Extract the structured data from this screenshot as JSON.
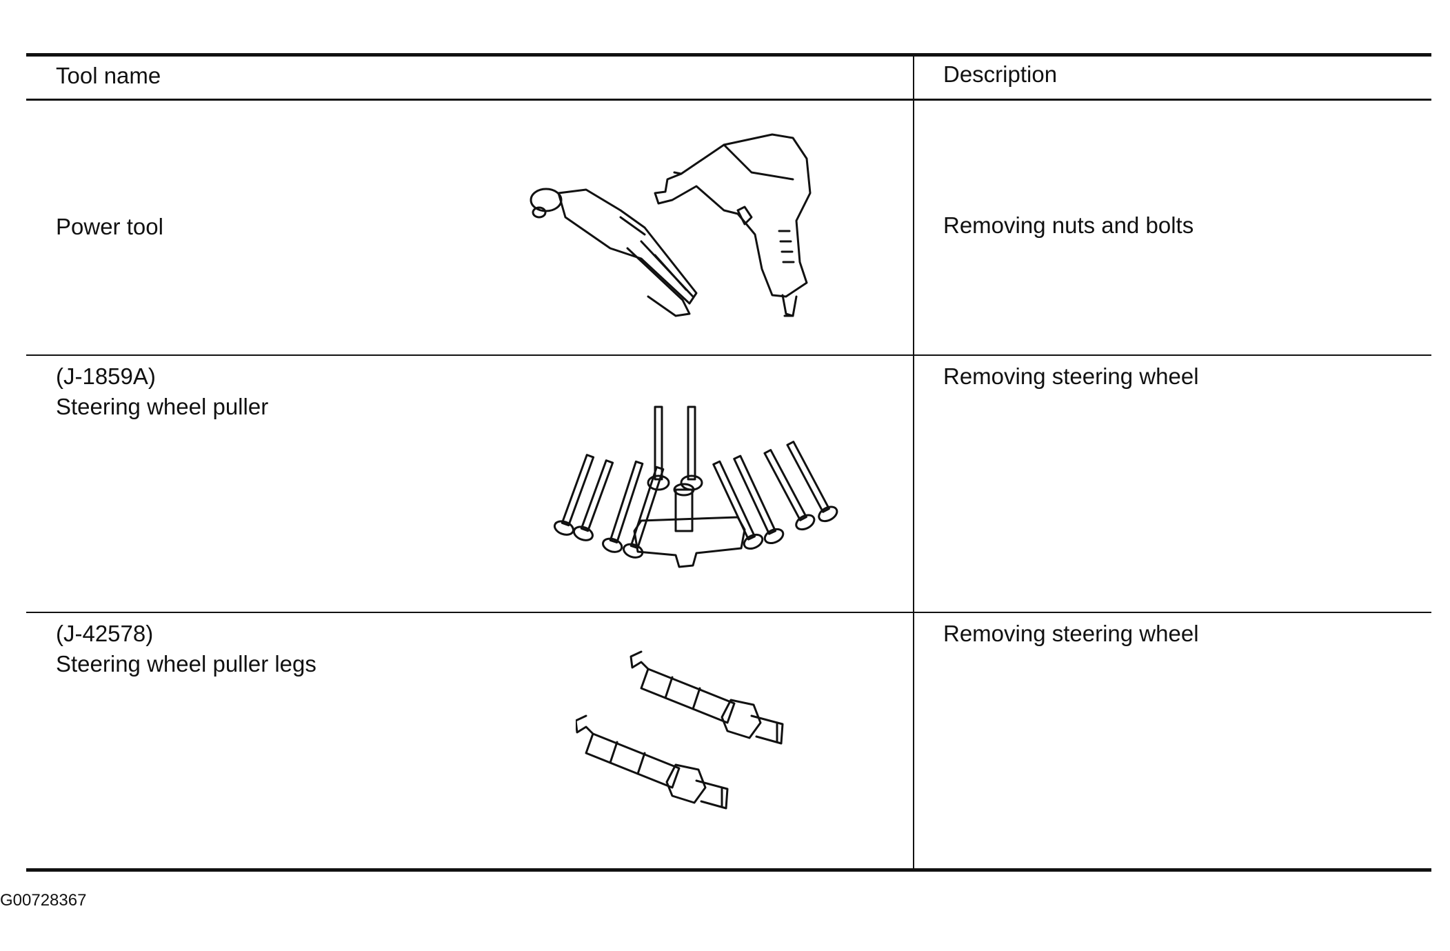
{
  "table": {
    "headers": {
      "tool_name": "Tool name",
      "description": "Description"
    },
    "rows": [
      {
        "code": "",
        "name": "Power tool",
        "description": "Removing nuts and bolts",
        "illustration": "power-tools-illustration"
      },
      {
        "code": "(J-1859A)",
        "name": "Steering wheel puller",
        "description": "Removing steering wheel",
        "illustration": "steering-wheel-puller-illustration"
      },
      {
        "code": "(J-42578)",
        "name": "Steering wheel puller legs",
        "description": "Removing steering wheel",
        "illustration": "puller-legs-illustration"
      }
    ]
  },
  "figure_id": "G00728367"
}
